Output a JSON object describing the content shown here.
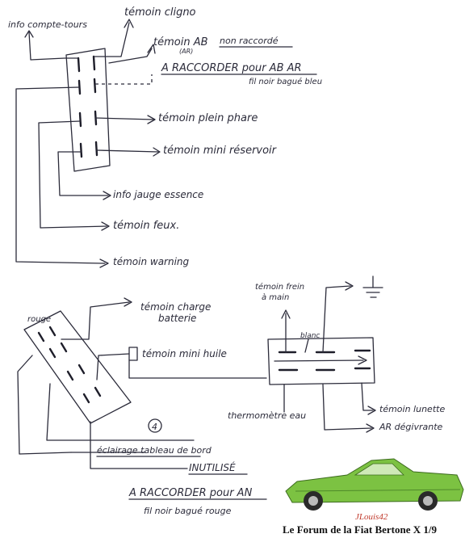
{
  "top": {
    "info_tachometer": "info compte-tours",
    "turn_signal": "témoin cligno",
    "high_beam": "témoin AB",
    "high_beam_sub": "(AR)",
    "not_connected": "non raccordé",
    "connect_ab_ar": "A RACCORDER pour AB AR",
    "blue_wire": "fil noir bagué bleu",
    "full_tank": "témoin plein phare",
    "low_fuel": "témoin mini réservoir",
    "fuel_gauge": "info jauge essence",
    "lights": "témoin feux.",
    "hazard": "témoin warning"
  },
  "bottom": {
    "red_label": "rouge",
    "battery_charge": "témoin charge",
    "battery_charge_2": "batterie",
    "oil_min": "témoin mini huile",
    "handbrake": "témoin frein",
    "handbrake_2": "à main",
    "terminal_label": "blanc",
    "water_temp": "thermomètre eau",
    "rear_window": "témoin lunette",
    "rear_window_2": "AR dégivrante",
    "circle_number": "4",
    "dashboard_lighting": "éclairage tableau de bord",
    "unused": "INUTILISÉ",
    "connect_an": "A RACCORDER pour AN",
    "red_wire": "fil noir bagué rouge"
  },
  "footer": {
    "author": "JLouis42",
    "forum_title": "Le Forum de la Fiat Bertone X 1/9"
  },
  "colors": {
    "ink": "#2b2b3a",
    "car_body": "#7cc242",
    "author_red": "#c0392b"
  }
}
